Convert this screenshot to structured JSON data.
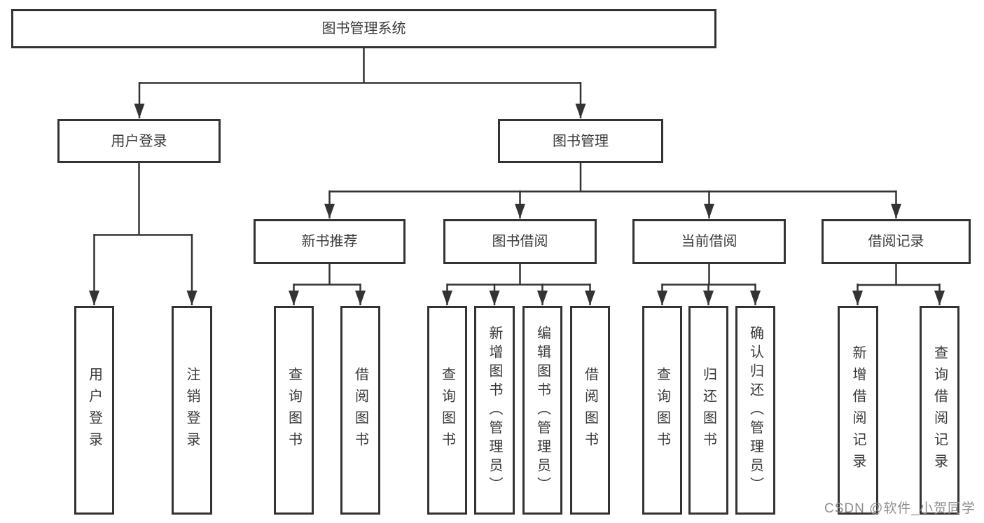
{
  "diagram": {
    "nodes": {
      "root": "图书管理系统",
      "user_login": "用户登录",
      "book_mgmt": "图书管理",
      "new_book_rec": "新书推荐",
      "book_borrow": "图书借阅",
      "current_borrow": "当前借阅",
      "borrow_record": "借阅记录",
      "login": "用户登录",
      "logout": "注销登录",
      "query_books_b": "查询图书",
      "borrow_books_b": "借阅图书",
      "query_books_c": "查询图书",
      "add_books_admin": "新增图书（管理员）",
      "edit_books_admin": "编辑图书（管理员）",
      "borrow_books_c": "借阅图书",
      "query_books_d": "查询图书",
      "return_books": "归还图书",
      "confirm_return_admin": "确认归还（管理员）",
      "add_borrow_record": "新增借阅记录",
      "query_borrow_record": "查询借阅记录"
    },
    "colors": {
      "line": "#333333",
      "text": "#3a3a3a",
      "box_fill": "#ffffff",
      "watermark": "#8e8e8e"
    }
  },
  "watermark": "CSDN @软件_小贺同学"
}
